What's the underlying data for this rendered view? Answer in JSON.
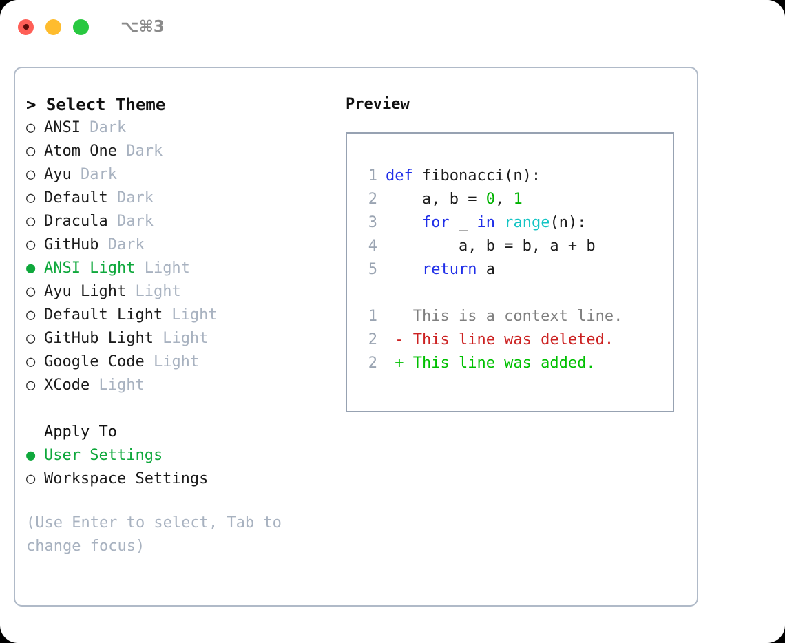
{
  "titlebar": {
    "shortcut": "⌥⌘3",
    "buttons": [
      {
        "name": "close",
        "color": "#ff5f57"
      },
      {
        "name": "minimize",
        "color": "#febc2e"
      },
      {
        "name": "maximize",
        "color": "#28c840"
      }
    ]
  },
  "theme_panel": {
    "header": "> Select Theme",
    "selected_index": 6,
    "items": [
      {
        "marker": "○",
        "label": "ANSI",
        "suffix": "Dark",
        "selected": false
      },
      {
        "marker": "○",
        "label": "Atom One",
        "suffix": "Dark",
        "selected": false
      },
      {
        "marker": "○",
        "label": "Ayu",
        "suffix": "Dark",
        "selected": false
      },
      {
        "marker": "○",
        "label": "Default",
        "suffix": "Dark",
        "selected": false
      },
      {
        "marker": "○",
        "label": "Dracula",
        "suffix": "Dark",
        "selected": false
      },
      {
        "marker": "○",
        "label": "GitHub",
        "suffix": "Dark",
        "selected": false
      },
      {
        "marker": "●",
        "label": "ANSI Light",
        "suffix": "Light",
        "selected": true
      },
      {
        "marker": "○",
        "label": "Ayu Light",
        "suffix": "Light",
        "selected": false
      },
      {
        "marker": "○",
        "label": "Default Light",
        "suffix": "Light",
        "selected": false
      },
      {
        "marker": "○",
        "label": "GitHub Light",
        "suffix": "Light",
        "selected": false
      },
      {
        "marker": "○",
        "label": "Google Code",
        "suffix": "Light",
        "selected": false
      },
      {
        "marker": "○",
        "label": "XCode",
        "suffix": "Light",
        "selected": false
      }
    ]
  },
  "apply_to": {
    "header": "Apply To",
    "items": [
      {
        "marker": "●",
        "label": "User Settings",
        "selected": true
      },
      {
        "marker": "○",
        "label": "Workspace Settings",
        "selected": false
      }
    ]
  },
  "hint": "(Use Enter to select, Tab to change focus)",
  "preview": {
    "header": "Preview",
    "code_lines": [
      {
        "num": "1",
        "tokens": [
          {
            "text": "def ",
            "kind": "kw"
          },
          {
            "text": "fibonacci(n):",
            "kind": "txt"
          }
        ]
      },
      {
        "num": "2",
        "tokens": [
          {
            "text": "    a, b = ",
            "kind": "txt"
          },
          {
            "text": "0",
            "kind": "num"
          },
          {
            "text": ", ",
            "kind": "txt"
          },
          {
            "text": "1",
            "kind": "num"
          }
        ]
      },
      {
        "num": "3",
        "tokens": [
          {
            "text": "    ",
            "kind": "txt"
          },
          {
            "text": "for",
            "kind": "kw"
          },
          {
            "text": " _ ",
            "kind": "txt"
          },
          {
            "text": "in",
            "kind": "kw"
          },
          {
            "text": " ",
            "kind": "txt"
          },
          {
            "text": "range",
            "kind": "fn"
          },
          {
            "text": "(n):",
            "kind": "txt"
          }
        ]
      },
      {
        "num": "4",
        "tokens": [
          {
            "text": "        a, b = b, a + b",
            "kind": "txt"
          }
        ]
      },
      {
        "num": "5",
        "tokens": [
          {
            "text": "    ",
            "kind": "txt"
          },
          {
            "text": "return",
            "kind": "kw"
          },
          {
            "text": " a",
            "kind": "txt"
          }
        ]
      }
    ],
    "diff_lines": [
      {
        "num": "1",
        "text": "   This is a context line.",
        "kind": "ctx"
      },
      {
        "num": "2",
        "text": " - This line was deleted.",
        "kind": "del"
      },
      {
        "num": "2",
        "text": " + This line was added.",
        "kind": "add"
      }
    ]
  },
  "colors": {
    "accent_green": "#0fa83c",
    "muted": "#a8b2c0",
    "keyword": "#1f2ee8",
    "function": "#14c4c4",
    "number": "#00b300",
    "diff_add": "#00c000",
    "diff_del": "#cc2222",
    "panel_border": "#b0bac8",
    "preview_border": "#97a2b2"
  }
}
